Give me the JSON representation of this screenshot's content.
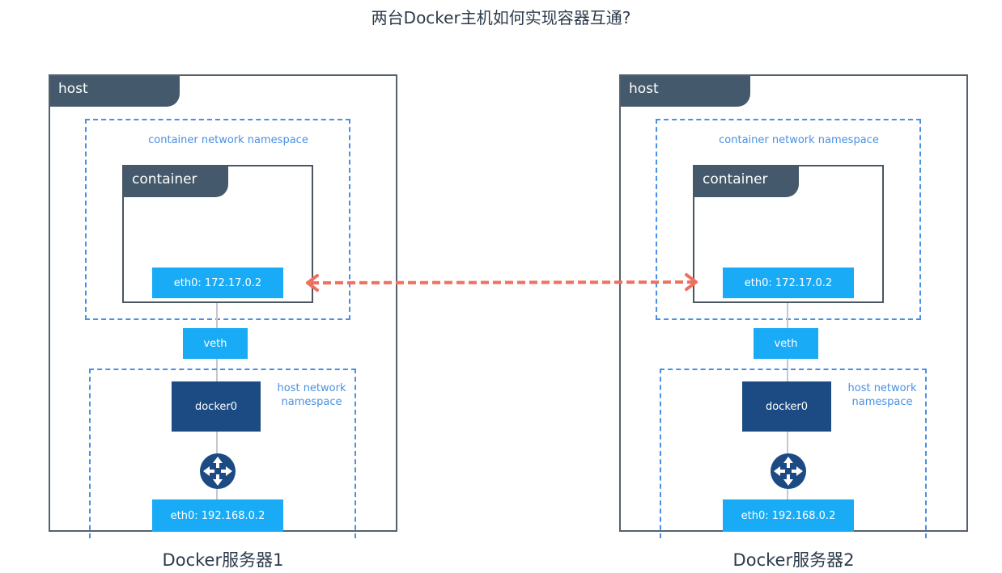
{
  "title": "两台Docker主机如何实现容器互通?",
  "colors": {
    "host_tab": "#44596b",
    "namespace_dash": "#4a90e2",
    "light_interface": "#1aabf6",
    "docker0": "#1c4b84",
    "arrow": "#f07060"
  },
  "hosts": [
    {
      "host_label": "host",
      "container_ns_label": "container network namespace",
      "container_label": "container",
      "container_eth0": "eth0: 172.17.0.2",
      "veth_label": "veth",
      "docker0_label": "docker0",
      "host_ns_label": "host network namespace",
      "router_icon": "router-icon",
      "host_eth0": "eth0: 192.168.0.2",
      "caption": "Docker服务器1"
    },
    {
      "host_label": "host",
      "container_ns_label": "container network namespace",
      "container_label": "container",
      "container_eth0": "eth0: 172.17.0.2",
      "veth_label": "veth",
      "docker0_label": "docker0",
      "host_ns_label": "host network namespace",
      "router_icon": "router-icon",
      "host_eth0": "eth0: 192.168.0.2",
      "caption": "Docker服务器2"
    }
  ],
  "connection": {
    "type": "bidirectional-dashed-arrow",
    "icon": "double-arrow-icon"
  }
}
